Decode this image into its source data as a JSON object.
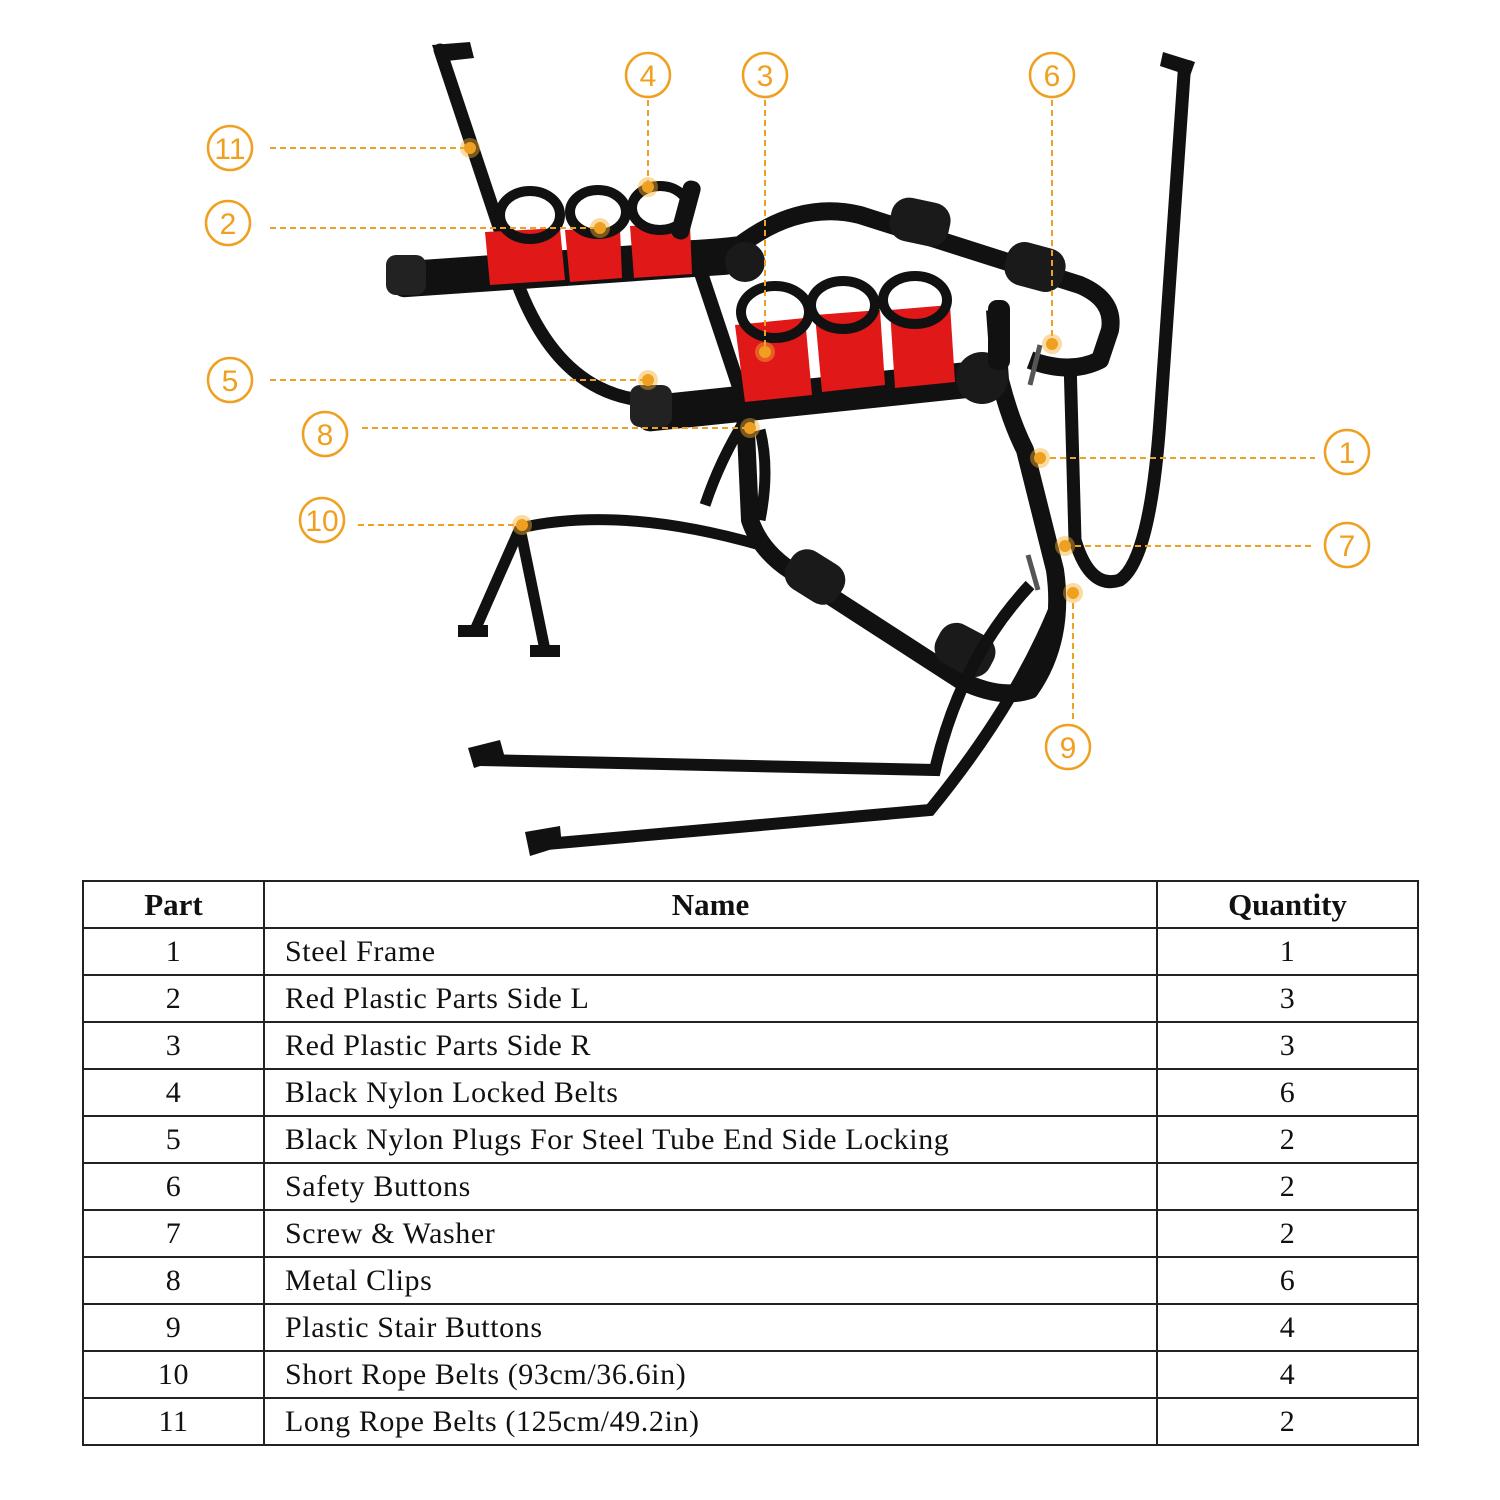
{
  "diagram": {
    "colors": {
      "accent": "#f0a020",
      "frame": "#111111",
      "plastic": "#e01818"
    },
    "callouts": [
      {
        "number": "1"
      },
      {
        "number": "2"
      },
      {
        "number": "3"
      },
      {
        "number": "4"
      },
      {
        "number": "5"
      },
      {
        "number": "6"
      },
      {
        "number": "7"
      },
      {
        "number": "8"
      },
      {
        "number": "9"
      },
      {
        "number": "10"
      },
      {
        "number": "11"
      }
    ]
  },
  "table": {
    "headers": {
      "part": "Part",
      "name": "Name",
      "quantity": "Quantity"
    },
    "rows": [
      {
        "part": "1",
        "name": "Steel Frame",
        "quantity": "1"
      },
      {
        "part": "2",
        "name": "Red Plastic Parts Side L",
        "quantity": "3"
      },
      {
        "part": "3",
        "name": "Red Plastic Parts Side R",
        "quantity": "3"
      },
      {
        "part": "4",
        "name": "Black Nylon Locked Belts",
        "quantity": "6"
      },
      {
        "part": "5",
        "name": "Black Nylon Plugs For Steel Tube End Side Locking",
        "quantity": "2"
      },
      {
        "part": "6",
        "name": "Safety Buttons",
        "quantity": "2"
      },
      {
        "part": "7",
        "name": "Screw & Washer",
        "quantity": "2"
      },
      {
        "part": "8",
        "name": "Metal Clips",
        "quantity": "6"
      },
      {
        "part": "9",
        "name": "Plastic Stair Buttons",
        "quantity": "4"
      },
      {
        "part": "10",
        "name": "Short Rope Belts (93cm/36.6in)",
        "quantity": "4"
      },
      {
        "part": "11",
        "name": "Long Rope Belts (125cm/49.2in)",
        "quantity": "2"
      }
    ]
  }
}
